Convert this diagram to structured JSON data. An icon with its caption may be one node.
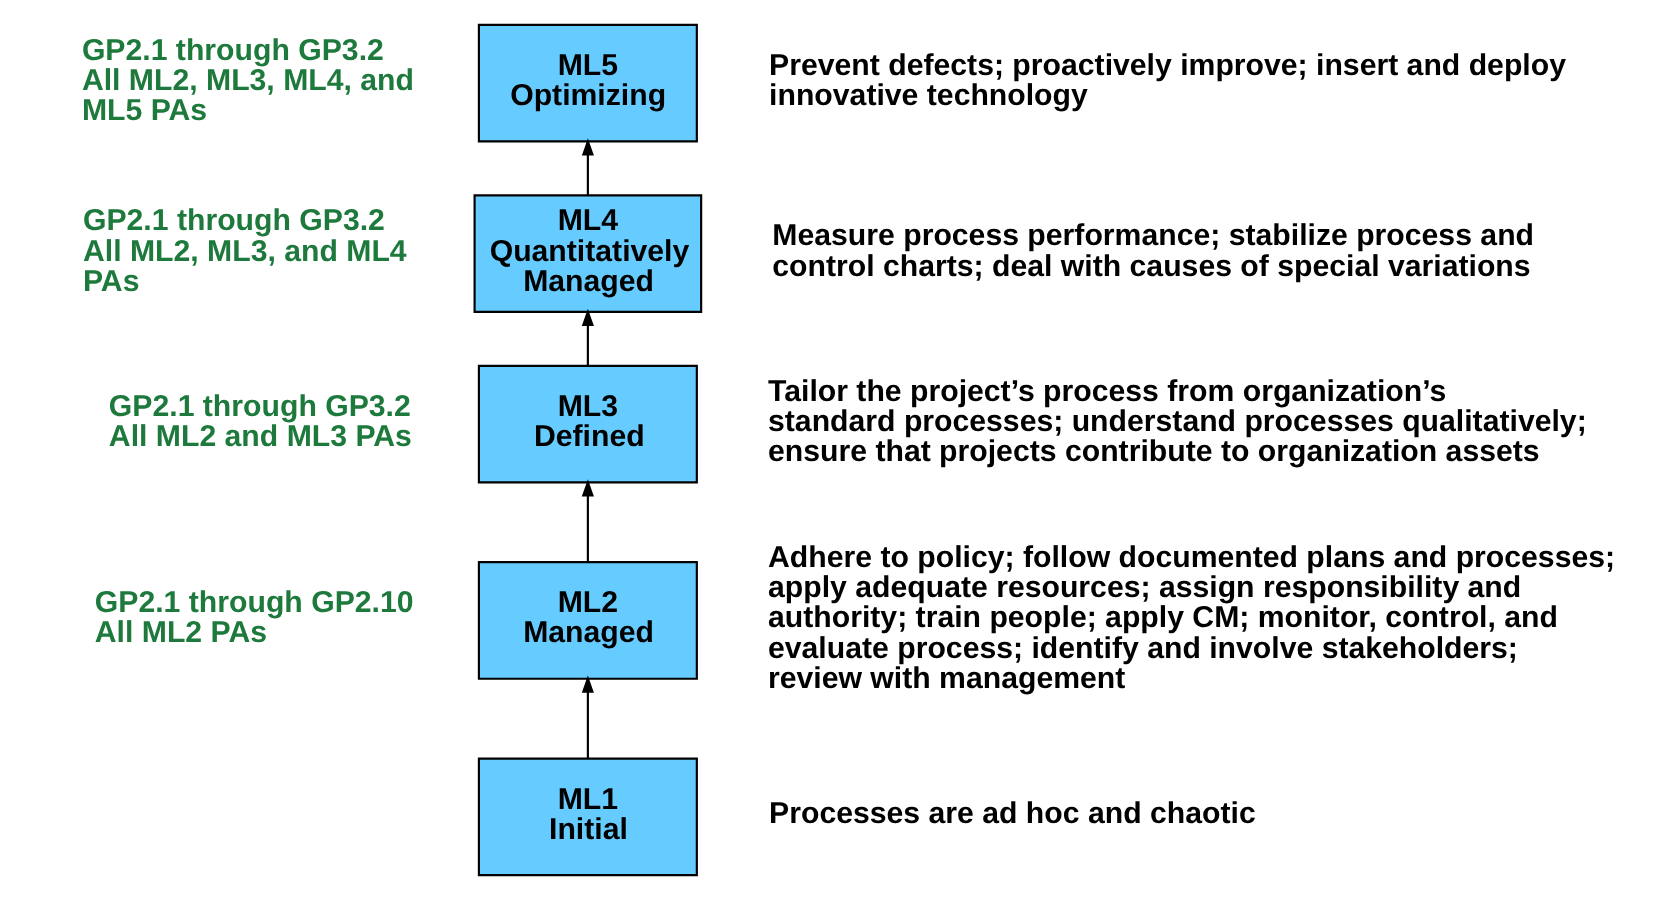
{
  "diagram": {
    "nodes": [
      {
        "text": [
          "ML5 Optimizing"
        ],
        "beside": [
          "GP2.1 through GP3.2 All ML2, ML3, ML4, and ML5 PAs",
          "Prevent defects; proactively improve; insert and deploy innovative technology"
        ]
      },
      {
        "text": [
          "ML4 Quantitatively Managed"
        ],
        "beside": [
          "GP2.1 through GP3.2 All ML2, ML3, and ML4 PAs",
          "Measure process performance; stabilize process and control charts; deal with causes of special variations"
        ]
      },
      {
        "text": [
          "ML3 Defined"
        ],
        "beside": [
          "GP2.1 through GP3.2 All ML2 and ML3 PAs",
          "Tailor the project’s process from organization’s standard processes; understand processes qualitatively; ensure that projects contribute to organization assets"
        ]
      },
      {
        "text": [
          "ML2 Managed"
        ],
        "beside": [
          "GP2.1 through GP2.10 All ML2 PAs",
          "Adhere to policy; follow documented plans and processes; apply adequate resources; assign responsibility and authority; train people; apply CM; monitor, control, and evaluate process; identify and involve stakeholders; review with management"
        ]
      },
      {
        "text": [
          "ML1 Initial"
        ],
        "beside": [
          "Processes are ad hoc and chaotic"
        ]
      }
    ],
    "edges": [
      {
        "from": 4,
        "to": 3,
        "arrow": "to"
      },
      {
        "from": 3,
        "to": 2,
        "arrow": "to"
      },
      {
        "from": 2,
        "to": 1,
        "arrow": "to"
      },
      {
        "from": 1,
        "to": 0,
        "arrow": "to"
      }
    ]
  }
}
